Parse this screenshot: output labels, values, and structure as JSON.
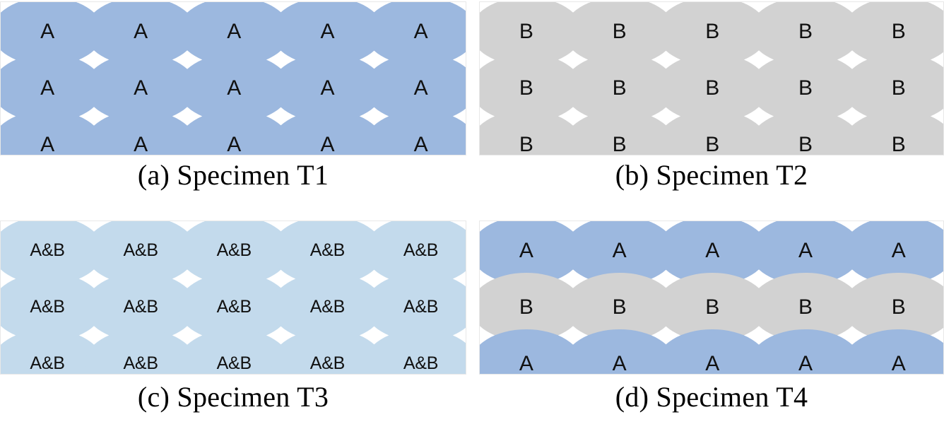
{
  "figure": {
    "title": "Specimen layouts T1-T4",
    "background_color": "#ffffff",
    "panel_border_color": "#e8e8e8",
    "grid": {
      "columns": 5,
      "rows": 3
    }
  },
  "colors": {
    "blue": "#9cb8df",
    "gray": "#d2d2d2",
    "light_blue": "#c3daec",
    "label_text": "#111111",
    "caption_text": "#000000"
  },
  "panels": [
    {
      "id": "a",
      "caption": "(a) Specimen T1",
      "fill": "#9cb8df",
      "label_style": "single",
      "rows": [
        {
          "fill": "#9cb8df",
          "labels": [
            "A",
            "A",
            "A",
            "A",
            "A"
          ]
        },
        {
          "fill": "#9cb8df",
          "labels": [
            "A",
            "A",
            "A",
            "A",
            "A"
          ]
        },
        {
          "fill": "#9cb8df",
          "labels": [
            "A",
            "A",
            "A",
            "A",
            "A"
          ]
        }
      ]
    },
    {
      "id": "b",
      "caption": "(b) Specimen T2",
      "fill": "#d2d2d2",
      "label_style": "single",
      "rows": [
        {
          "fill": "#d2d2d2",
          "labels": [
            "B",
            "B",
            "B",
            "B",
            "B"
          ]
        },
        {
          "fill": "#d2d2d2",
          "labels": [
            "B",
            "B",
            "B",
            "B",
            "B"
          ]
        },
        {
          "fill": "#d2d2d2",
          "labels": [
            "B",
            "B",
            "B",
            "B",
            "B"
          ]
        }
      ]
    },
    {
      "id": "c",
      "caption": "(c) Specimen T3",
      "fill": "#c3daec",
      "label_style": "pair",
      "rows": [
        {
          "fill": "#c3daec",
          "labels": [
            "A&B",
            "A&B",
            "A&B",
            "A&B",
            "A&B"
          ]
        },
        {
          "fill": "#c3daec",
          "labels": [
            "A&B",
            "A&B",
            "A&B",
            "A&B",
            "A&B"
          ]
        },
        {
          "fill": "#c3daec",
          "labels": [
            "A&B",
            "A&B",
            "A&B",
            "A&B",
            "A&B"
          ]
        }
      ]
    },
    {
      "id": "d",
      "caption": "(d) Specimen T4",
      "fill": "#9cb8df",
      "label_style": "single",
      "rows": [
        {
          "fill": "#9cb8df",
          "labels": [
            "A",
            "A",
            "A",
            "A",
            "A"
          ]
        },
        {
          "fill": "#d2d2d2",
          "labels": [
            "B",
            "B",
            "B",
            "B",
            "B"
          ]
        },
        {
          "fill": "#9cb8df",
          "labels": [
            "A",
            "A",
            "A",
            "A",
            "A"
          ]
        }
      ]
    }
  ]
}
